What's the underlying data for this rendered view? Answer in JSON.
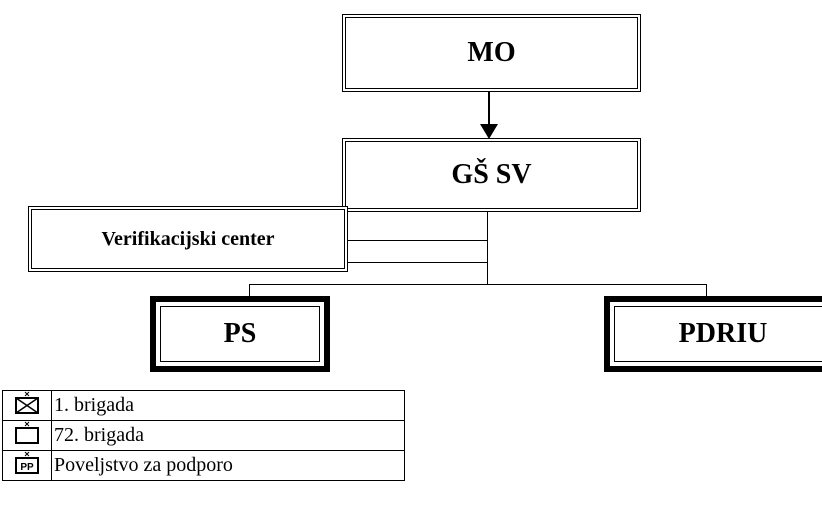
{
  "diagram": {
    "nodes": {
      "mo": "MO",
      "gssv": "GŠ SV",
      "verification_center": "Verifikacijski center",
      "ps": "PS",
      "pdriu": "PDRIU"
    }
  },
  "legend": {
    "rows": [
      {
        "icon": "brigade-cross-symbol",
        "label": "1. brigada"
      },
      {
        "icon": "brigade-empty-symbol",
        "label": "72. brigada"
      },
      {
        "icon": "pp-support-symbol",
        "icon_text": "PP",
        "label": "Poveljstvo za podporo"
      }
    ]
  }
}
